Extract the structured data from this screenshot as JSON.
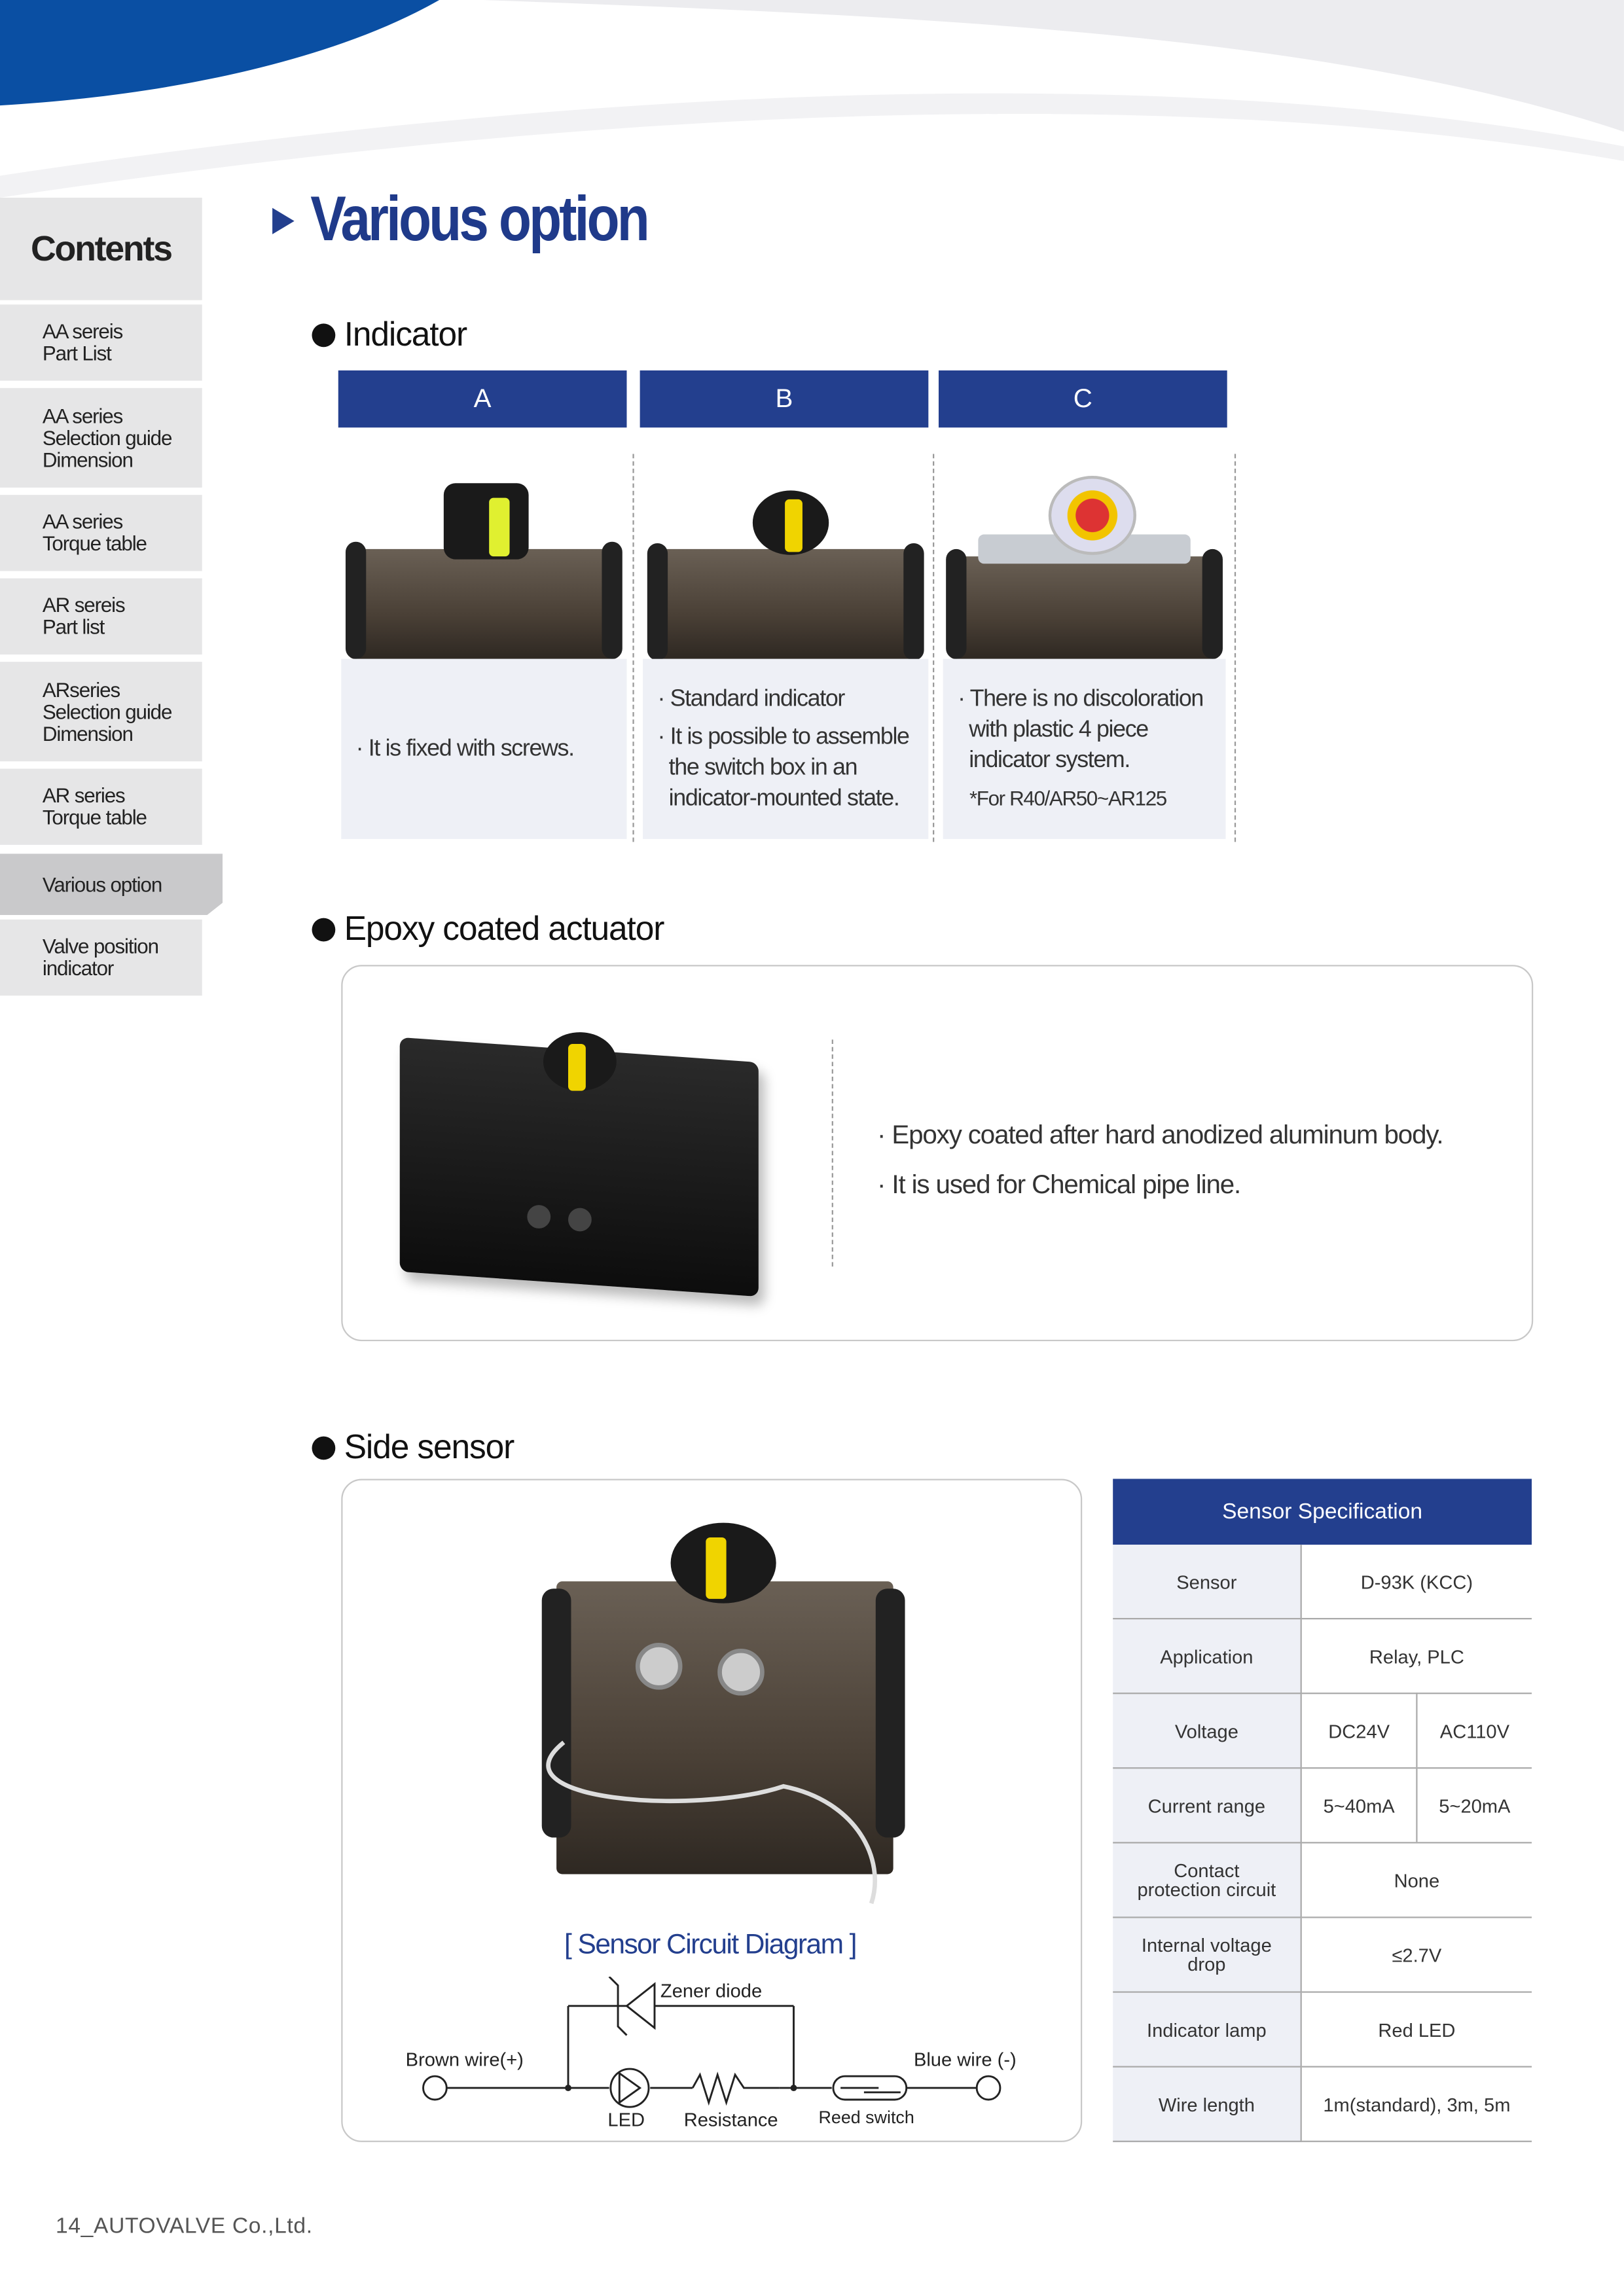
{
  "sidebar": {
    "title": "Contents",
    "items": [
      {
        "lines": [
          "AA sereis",
          "Part List"
        ]
      },
      {
        "lines": [
          "AA series",
          "Selection guide",
          "Dimension"
        ]
      },
      {
        "lines": [
          "AA series",
          "Torque table"
        ]
      },
      {
        "lines": [
          "AR sereis",
          "Part list"
        ]
      },
      {
        "lines": [
          "ARseries",
          "Selection guide",
          "Dimension"
        ]
      },
      {
        "lines": [
          "AR series",
          "Torque table"
        ]
      },
      {
        "lines": [
          "Various option"
        ],
        "active": true
      },
      {
        "lines": [
          "Valve position",
          "indicator"
        ]
      }
    ]
  },
  "page": {
    "title": "Various option",
    "footer": "14_AUTOVALVE Co.,Ltd."
  },
  "indicator": {
    "heading": "Indicator",
    "columns": [
      {
        "label": "A",
        "lines": [
          "· It is fixed with screws."
        ]
      },
      {
        "label": "B",
        "lines": [
          "· Standard indicator",
          "· It is possible to assemble",
          "  the switch box in an",
          "  indicator-mounted state."
        ]
      },
      {
        "label": "C",
        "lines": [
          "· There is no discoloration",
          "  with plastic 4 piece",
          "  indicator system."
        ],
        "note": "*For R40/AR50~AR125"
      }
    ]
  },
  "epoxy": {
    "heading": "Epoxy coated actuator",
    "lines": [
      "· Epoxy coated after hard anodized aluminum body.",
      "· It is used for Chemical pipe line."
    ]
  },
  "side_sensor": {
    "heading": "Side sensor",
    "diagram_title": "[ Sensor Circuit Diagram ]",
    "labels": {
      "zener": "Zener diode",
      "brown": "Brown wire(+)",
      "blue": "Blue wire (-)",
      "led": "LED",
      "resistance": "Resistance",
      "reed": "Reed switch"
    }
  },
  "spec": {
    "title": "Sensor Specification",
    "rows": [
      {
        "k": "Sensor",
        "v": [
          "D-93K (KCC)"
        ]
      },
      {
        "k": "Application",
        "v": [
          "Relay, PLC"
        ]
      },
      {
        "k": "Voltage",
        "v": [
          "DC24V",
          "AC110V"
        ]
      },
      {
        "k": "Current range",
        "v": [
          "5~40mA",
          "5~20mA"
        ]
      },
      {
        "k": "Contact protection circuit",
        "v": [
          "None"
        ]
      },
      {
        "k": "Internal voltage drop",
        "v": [
          "≤2.7V"
        ]
      },
      {
        "k": "Indicator lamp",
        "v": [
          "Red LED"
        ]
      },
      {
        "k": "Wire length",
        "v": [
          "1m(standard), 3m, 5m"
        ]
      }
    ]
  },
  "colors": {
    "brand": "#233f8e",
    "title": "#1f3a8a",
    "sidebar": "#e6e6e7"
  }
}
